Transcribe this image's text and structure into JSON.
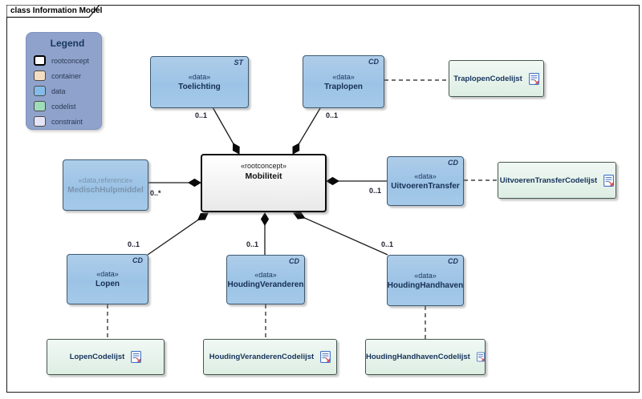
{
  "frame": {
    "title": "class Information Model"
  },
  "legend": {
    "title": "Legend",
    "items": [
      {
        "label": "rootconcept",
        "color": "#ffffff"
      },
      {
        "label": "container",
        "color": "#f5ddc4"
      },
      {
        "label": "data",
        "color": "#85bbe8"
      },
      {
        "label": "codelist",
        "color": "#9fdcba"
      },
      {
        "label": "constraint",
        "color": "#e4e4f6"
      }
    ]
  },
  "nodes": {
    "mobiliteit": {
      "stereotype": "«rootconcept»",
      "name": "Mobiliteit"
    },
    "toelichting": {
      "stereotype": "«data»",
      "name": "Toelichting",
      "tag": "ST",
      "multiplicity": "0..1"
    },
    "traplopen": {
      "stereotype": "«data»",
      "name": "Traplopen",
      "tag": "CD",
      "multiplicity": "0..1"
    },
    "medisch_hulpmiddel": {
      "stereotype": "«data,reference»",
      "name": "MedischHulpmiddel",
      "multiplicity": "0..*"
    },
    "uitvoeren_transfer": {
      "stereotype": "«data»",
      "name": "UitvoerenTransfer",
      "tag": "CD",
      "multiplicity": "0..1"
    },
    "lopen": {
      "stereotype": "«data»",
      "name": "Lopen",
      "tag": "CD",
      "multiplicity": "0..1"
    },
    "houding_veranderen": {
      "stereotype": "«data»",
      "name": "HoudingVeranderen",
      "tag": "CD",
      "multiplicity": "0..1"
    },
    "houding_handhaven": {
      "stereotype": "«data»",
      "name": "HoudingHandhaven",
      "tag": "CD",
      "multiplicity": "0..1"
    }
  },
  "codelists": {
    "traplopen": {
      "name": "TraplopenCodelijst"
    },
    "uitvoeren_transfer": {
      "name": "UitvoerenTransferCodelijst"
    },
    "lopen": {
      "name": "LopenCodelijst"
    },
    "houding_veranderen": {
      "name": "HoudingVeranderenCodelijst"
    },
    "houding_handhaven": {
      "name": "HoudingHandhavenCodelijst"
    }
  },
  "colors": {
    "data_fill": "#9cc3e6",
    "data_border": "#3d5a73",
    "codelist_fill": "#ddeee3",
    "codelist_border": "#44584d",
    "rootconcept_border": "#000000",
    "legend_bg": "#8fa2cb",
    "reference_text": "#7b93ad"
  }
}
